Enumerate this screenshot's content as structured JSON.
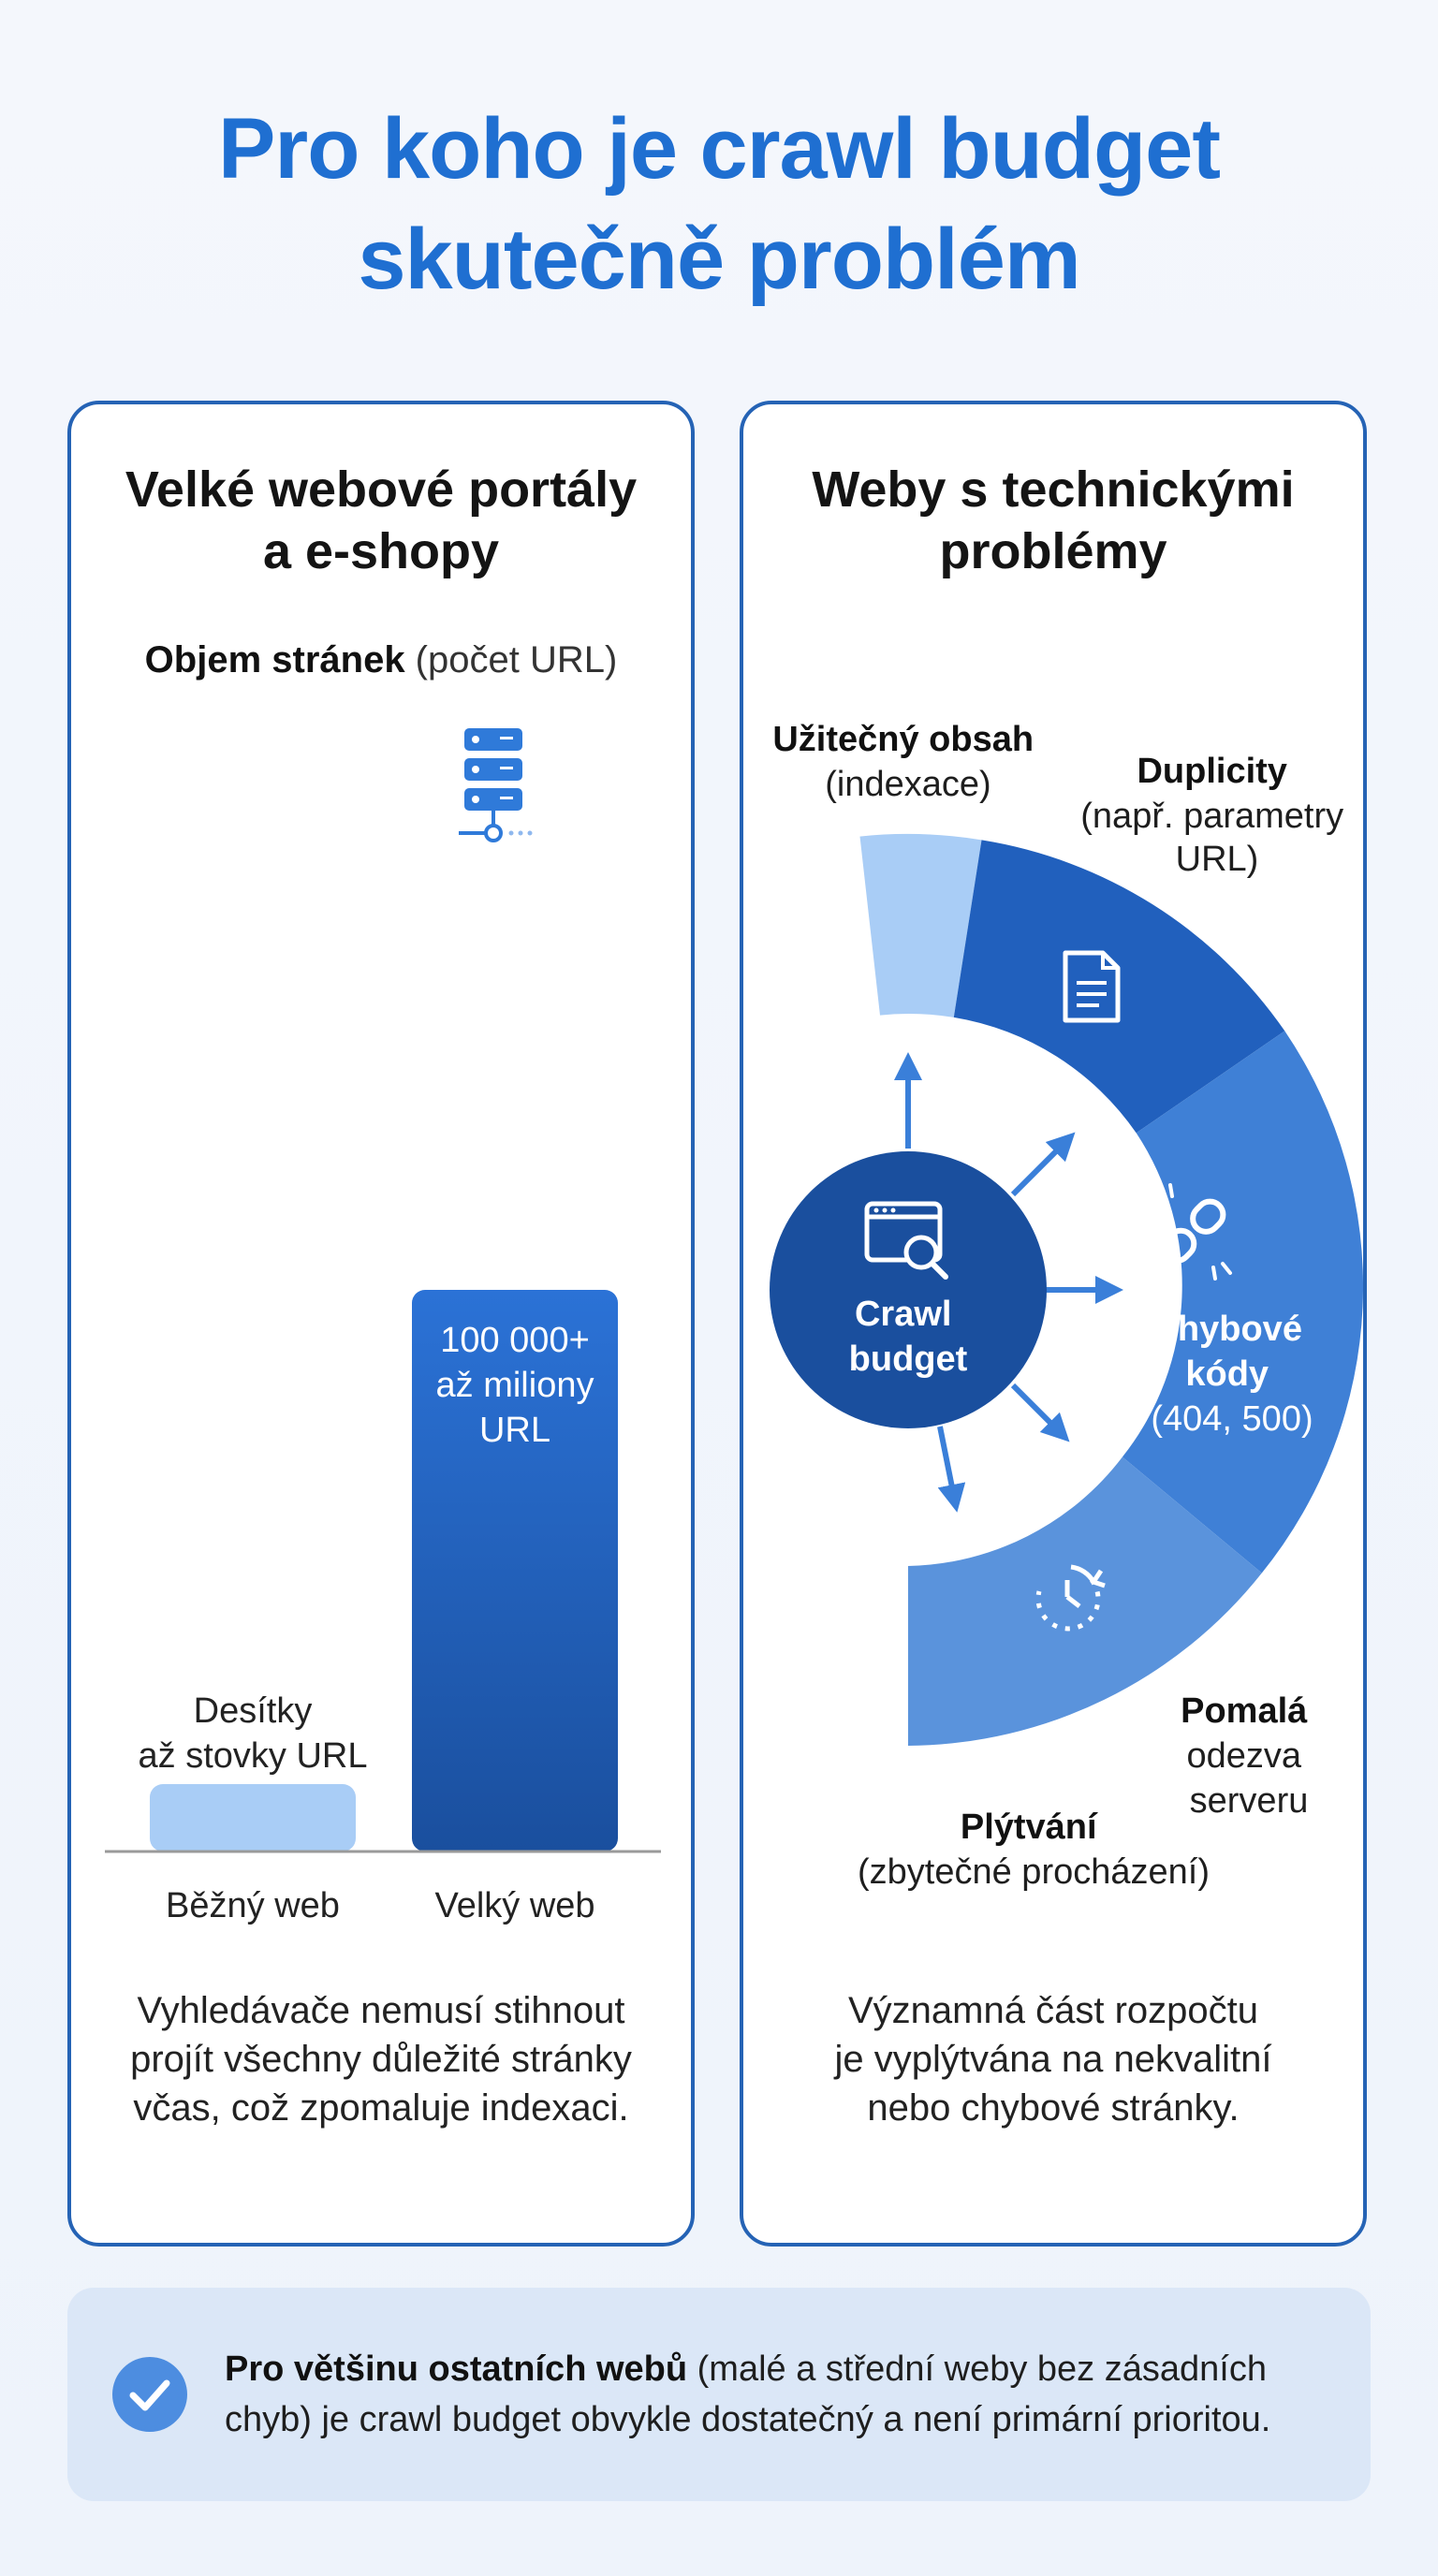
{
  "title": {
    "line1": "Pro koho je crawl budget",
    "line2": "skutečně problém"
  },
  "left": {
    "title_line1": "Velké webové portály",
    "title_line2": "a e-shopy",
    "chart_label_bold": "Objem stránek",
    "chart_label_rest": " (počet URL)",
    "icon": "server-icon",
    "text_lines": [
      "Vyhledávače nemusí stihnout",
      "projít všechny důležité stránky",
      "včas, což zpomaluje indexaci."
    ]
  },
  "chart_data": {
    "type": "bar",
    "title": "Objem stránek (počet URL)",
    "categories": [
      "Běžný web",
      "Velký web"
    ],
    "bar_labels": [
      [
        "Desítky",
        "až stovky URL"
      ],
      [
        "100 000+",
        "až miliony",
        "URL"
      ]
    ],
    "relative_height": [
      0.12,
      1.0
    ],
    "colors": [
      "#a9cdf6",
      "#1f5fbf"
    ]
  },
  "right": {
    "title_line1": "Weby s technickými",
    "title_line2": "problémy",
    "center_label": [
      "Crawl",
      "budget"
    ],
    "center_icon": "search-window-icon",
    "segments": [
      {
        "id": "useful",
        "lines": [
          {
            "t": "Užitečný obsah",
            "b": true
          },
          {
            "t": "(indexace)",
            "b": false
          }
        ],
        "icon": ""
      },
      {
        "id": "duplicity",
        "lines": [
          {
            "t": "Duplicity",
            "b": true
          },
          {
            "t": "(např. parametry",
            "b": false
          },
          {
            "t": "URL)",
            "b": false
          }
        ],
        "icon": "document-icon"
      },
      {
        "id": "errors",
        "lines": [
          {
            "t": "Chybové",
            "b": true
          },
          {
            "t": "kódy",
            "b": true
          },
          {
            "t": "(404, 500)",
            "b": false
          }
        ],
        "icon": "broken-link-icon"
      },
      {
        "id": "slow",
        "lines": [
          {
            "t": "Pomalá",
            "b": true
          },
          {
            "t": "odezva",
            "b": false
          },
          {
            "t": "serveru",
            "b": false
          }
        ],
        "icon": "clock-icon"
      }
    ],
    "waste_label_bold": "Plýtvání",
    "waste_label_rest": "(zbytečné procházení)",
    "text_lines": [
      "Významná část rozpočtu",
      "je vyplýtvána na nekvalitní",
      "nebo chybové stránky."
    ]
  },
  "banner": {
    "icon": "checkmark-icon",
    "bold": "Pro většinu ostatních webů",
    "rest_line1": " (malé a střední weby bez zásadních",
    "rest_line2": "chyb) je crawl budget obvykle dostatečný a není primární prioritou."
  },
  "colors": {
    "accent": "#1f6fd1",
    "border": "#2563b5",
    "dark": "#1a4f9e",
    "light": "#a9cdf6"
  }
}
